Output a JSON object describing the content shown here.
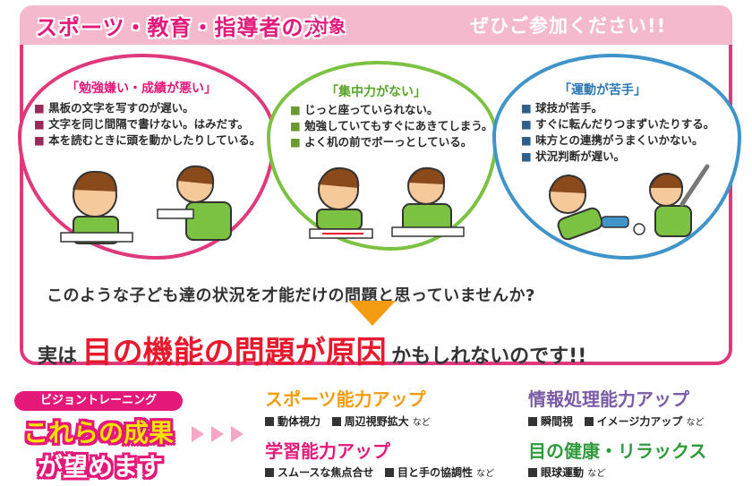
{
  "banner": {
    "title": "スポーツ・教育・指導者の方",
    "suffix": "対象",
    "cta": "ぜひご参加ください!!"
  },
  "clouds": [
    {
      "title": "「勉強嫌い・成績が悪い」",
      "lines": [
        "黒板の文字を写すのが遅い。",
        "文字を同じ間隔で書けない。はみだす。",
        "本を読むときに頭を動かしたりしている。"
      ]
    },
    {
      "title": "「集中力がない」",
      "lines": [
        "じっと座っていられない。",
        "勉強していてもすぐにあきてしまう。",
        "よく机の前でボーっとしている。"
      ]
    },
    {
      "title": "「運動が苦手」",
      "lines": [
        "球技が苦手。",
        "すぐに転んだりつまずいたりする。",
        "味方との連携がうまくいかない。",
        "状況判断が遅い。"
      ]
    }
  ],
  "question": "このような子ども達の状況を才能だけの問題と思っていませんか?",
  "reveal": {
    "pre": "実は",
    "main": "目の機能の問題が原因",
    "post": "かもしれないのです!!"
  },
  "vision": {
    "badge": "ビジョントレーニング",
    "result_line1": "これらの成果",
    "result_line2": "が望めます"
  },
  "benefits": [
    {
      "title": "スポーツ能力アップ",
      "color": "#f39c12",
      "items": [
        "動体視力",
        "周辺視野拡大"
      ],
      "suffix": "など"
    },
    {
      "title": "学習能力アップ",
      "color": "#e4197a",
      "items": [
        "スムースな焦点合せ",
        "目と手の協調性"
      ],
      "suffix": "など"
    },
    {
      "title": "情報処理能力アップ",
      "color": "#7a5ba6",
      "items": [
        "瞬間視",
        "イメージ力アップ"
      ],
      "suffix": "など"
    },
    {
      "title": "目の健康・リラックス",
      "color": "#2e9a3a",
      "items": [
        "眼球運動"
      ],
      "suffix": "など"
    }
  ],
  "colors": {
    "pink": "#e0397b",
    "green": "#7cc242",
    "blue": "#3f94c9",
    "red": "#e8192c",
    "orange": "#f39c12"
  }
}
